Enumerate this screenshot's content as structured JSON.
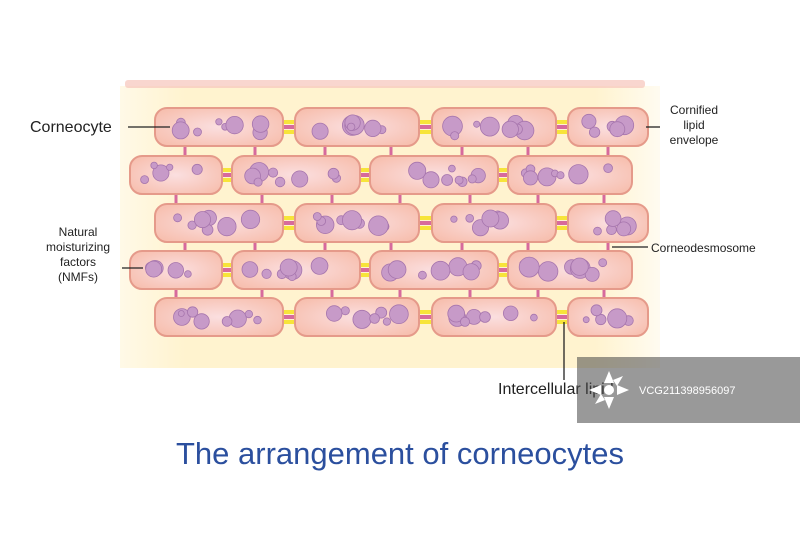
{
  "title": "The arrangement of corneocytes",
  "labels": {
    "corneocyte": "Corneocyte",
    "cornified_lipid_envelope": [
      "Cornified",
      "lipid",
      "envelope"
    ],
    "nmf": [
      "Natural",
      "moisturizing",
      "factors",
      "(NMFs)"
    ],
    "corneodesmosome": "Corneodesmosome",
    "intercellular_lipid": "Intercellular lipid"
  },
  "watermark": {
    "text": "VCG211398956097"
  },
  "colors": {
    "background_band": "#fff3cf",
    "top_strip": "#f7c8bf",
    "cell_fill": "#f7c0b0",
    "cell_border": "#e59a8a",
    "cell_inner": "#fbdfe0",
    "granule": "#c79ac8",
    "granule_border": "#a675ad",
    "lipid_yellow": "#f7e43a",
    "desmosome_pink": "#d76a9c",
    "title_blue": "#2b4f9e"
  }
}
